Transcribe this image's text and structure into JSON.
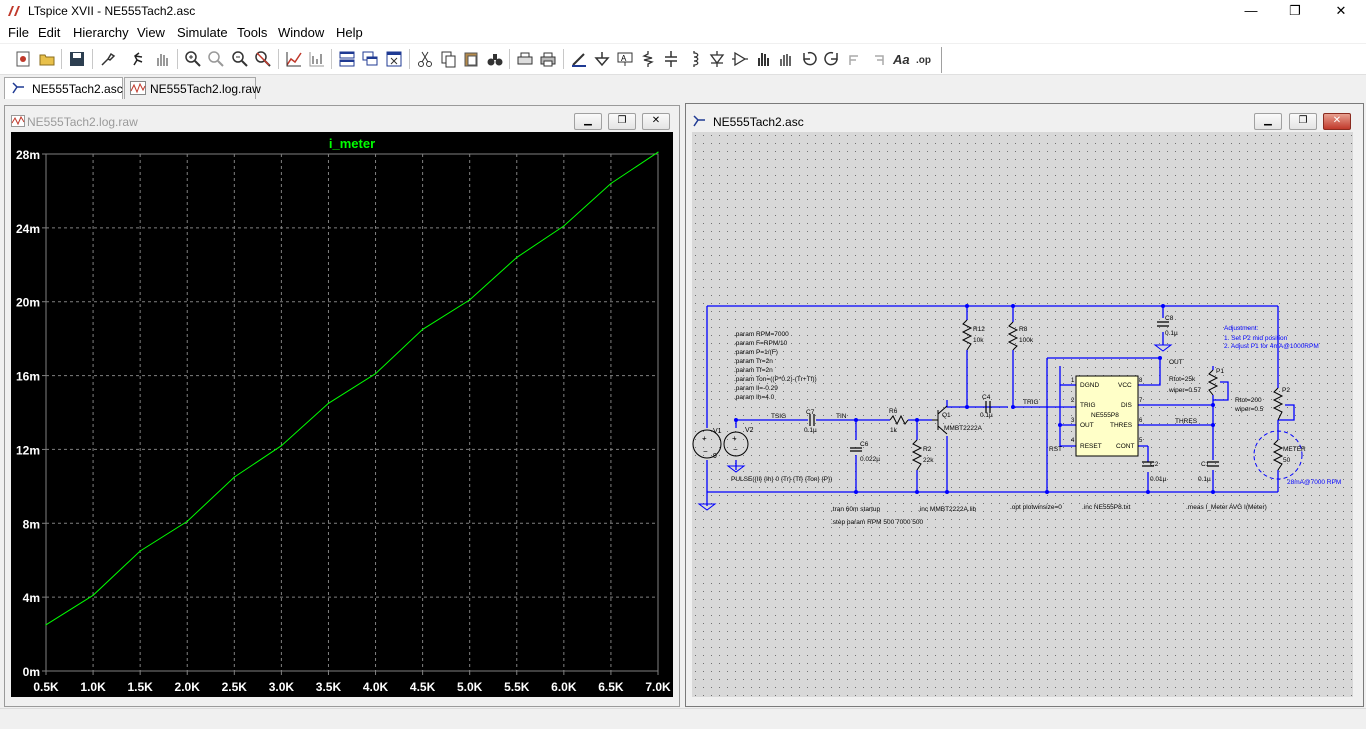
{
  "window": {
    "title": "LTspice XVII - NE555Tach2.asc",
    "minimize_glyph": "—",
    "maximize_glyph": "❐",
    "close_glyph": "✕"
  },
  "menu": [
    "File",
    "Edit",
    "Hierarchy",
    "View",
    "Simulate",
    "Tools",
    "Window",
    "Help"
  ],
  "tabs": [
    {
      "label": "NE555Tach2.asc",
      "icon": "schematic-icon",
      "active": true
    },
    {
      "label": "NE555Tach2.log.raw",
      "icon": "waveform-icon",
      "active": false
    }
  ],
  "waveform_window": {
    "title": "NE555Tach2.log.raw"
  },
  "schematic_window": {
    "title": "NE555Tach2.asc",
    "directives": {
      "params": [
        ".param RPM=7000",
        ".param F=RPM/10",
        ".param P=1/(F)",
        ".param Tr=2n",
        ".param Tf=2n",
        ".param Ton=((P*0.2)-(Tr+Tf))",
        ".param Il=-0.29",
        ".param Ih=4.0"
      ],
      "pulse": "PULSE({Il} {Ih} 0 {Tr} {Tf} {Ton} {P})",
      "tran": ".tran 60m startup",
      "step": ".step param RPM 500 7000 500",
      "inc_mmbt": ".inc MMBT2222A.lib",
      "options": ".opt plotwinsize=0",
      "inc_ne555": ".inc NE555P8.txt",
      "meas": ".meas I_Meter AVG I(Meter)"
    },
    "adjustment": {
      "title": "Adjustment:",
      "step1": "1. Set P2 mid position",
      "step2": "2. Adjust P1 for 4mA@1000RPM"
    },
    "labels": {
      "V1": "V1",
      "V1_val": "9",
      "V2": "V2",
      "TSIG": "TSIG",
      "C7": "C7",
      "C7_val": "0.1µ",
      "TIN": "TIN",
      "R6": "R6",
      "R6_val": "1k",
      "C6": "C6",
      "C6_val": "0.022µ",
      "R2": "R2",
      "R2_val": "22k",
      "Q1": "Q1",
      "Q1_val": "MMBT2222A",
      "R12": "R12",
      "R12_val": "10k",
      "R8": "R8",
      "R8_val": "100k",
      "C4": "C4",
      "C4_val": "0.1µ",
      "TRIG": "TRIG",
      "RST": "RST",
      "C8": "C8",
      "C8_val": "0.1µ",
      "IC": "NE555P8",
      "pin_dgnd": "DGND",
      "pin_vcc": "VCC",
      "pin_trig": "TRIG",
      "pin_dis": "DIS",
      "pin_out": "OUT",
      "pin_thres": "THRES",
      "pin_reset": "RESET",
      "pin_cont": "CONT",
      "pin1": "1",
      "pin8": "8",
      "pin2": "2",
      "pin7": "7",
      "pin3": "3",
      "pin6": "6",
      "pin4": "4",
      "pin5": "5",
      "OUT": "OUT",
      "THRES": "THRES",
      "P1": "P1",
      "P1_rtot": "Rtot=25k",
      "P1_wiper": "wiper=0.57",
      "P2": "P2",
      "P2_rtot": "Rtot=200",
      "P2_wiper": "wiper=0.5",
      "C2": "C2",
      "C2_val": "0.01µ",
      "C1": "C1",
      "C1_val": "0.1µ",
      "METER": "METER",
      "METER_val": "50",
      "meter_note": "28mA@7000 RPM"
    }
  },
  "chart_data": {
    "type": "line",
    "title": "i_meter",
    "xlabel": "",
    "ylabel": "",
    "x_ticks": [
      "0.5K",
      "1.0K",
      "1.5K",
      "2.0K",
      "2.5K",
      "3.0K",
      "3.5K",
      "4.0K",
      "4.5K",
      "5.0K",
      "5.5K",
      "6.0K",
      "6.5K",
      "7.0K"
    ],
    "y_ticks": [
      "0m",
      "4m",
      "8m",
      "12m",
      "16m",
      "20m",
      "24m",
      "28m"
    ],
    "xlim": [
      500,
      7000
    ],
    "ylim": [
      0,
      0.028
    ],
    "grid": true,
    "line_color": "#00ff00",
    "series": [
      {
        "name": "i_meter",
        "x": [
          500,
          1000,
          1500,
          2000,
          2500,
          3000,
          3500,
          4000,
          4500,
          5000,
          5500,
          6000,
          6500,
          7000
        ],
        "values": [
          0.0025,
          0.0041,
          0.0065,
          0.0081,
          0.0105,
          0.0122,
          0.0145,
          0.0161,
          0.0185,
          0.0201,
          0.0224,
          0.0241,
          0.0264,
          0.0281
        ]
      }
    ]
  }
}
